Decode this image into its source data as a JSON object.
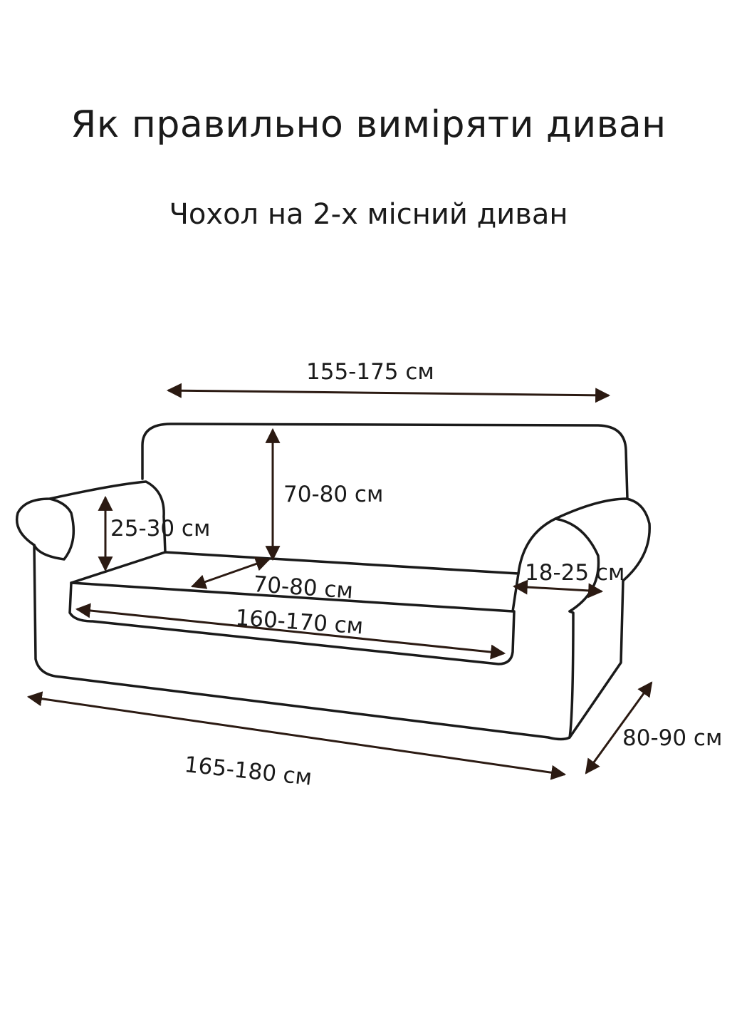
{
  "title": "Як правильно виміряти диван",
  "subtitle": "Чохол на 2-х місний диван",
  "measurements": {
    "top_width": "155-175 см",
    "back_height": "70-80 см",
    "arm_height": "25-30 см",
    "seat_depth": "70-80 см",
    "arm_width": "18-25 см",
    "seat_width": "160-170 см",
    "total_width": "165-180 см",
    "total_depth": "80-90 см"
  },
  "colors": {
    "stroke": "#1a1a1a",
    "arrow": "#2b1a12"
  }
}
